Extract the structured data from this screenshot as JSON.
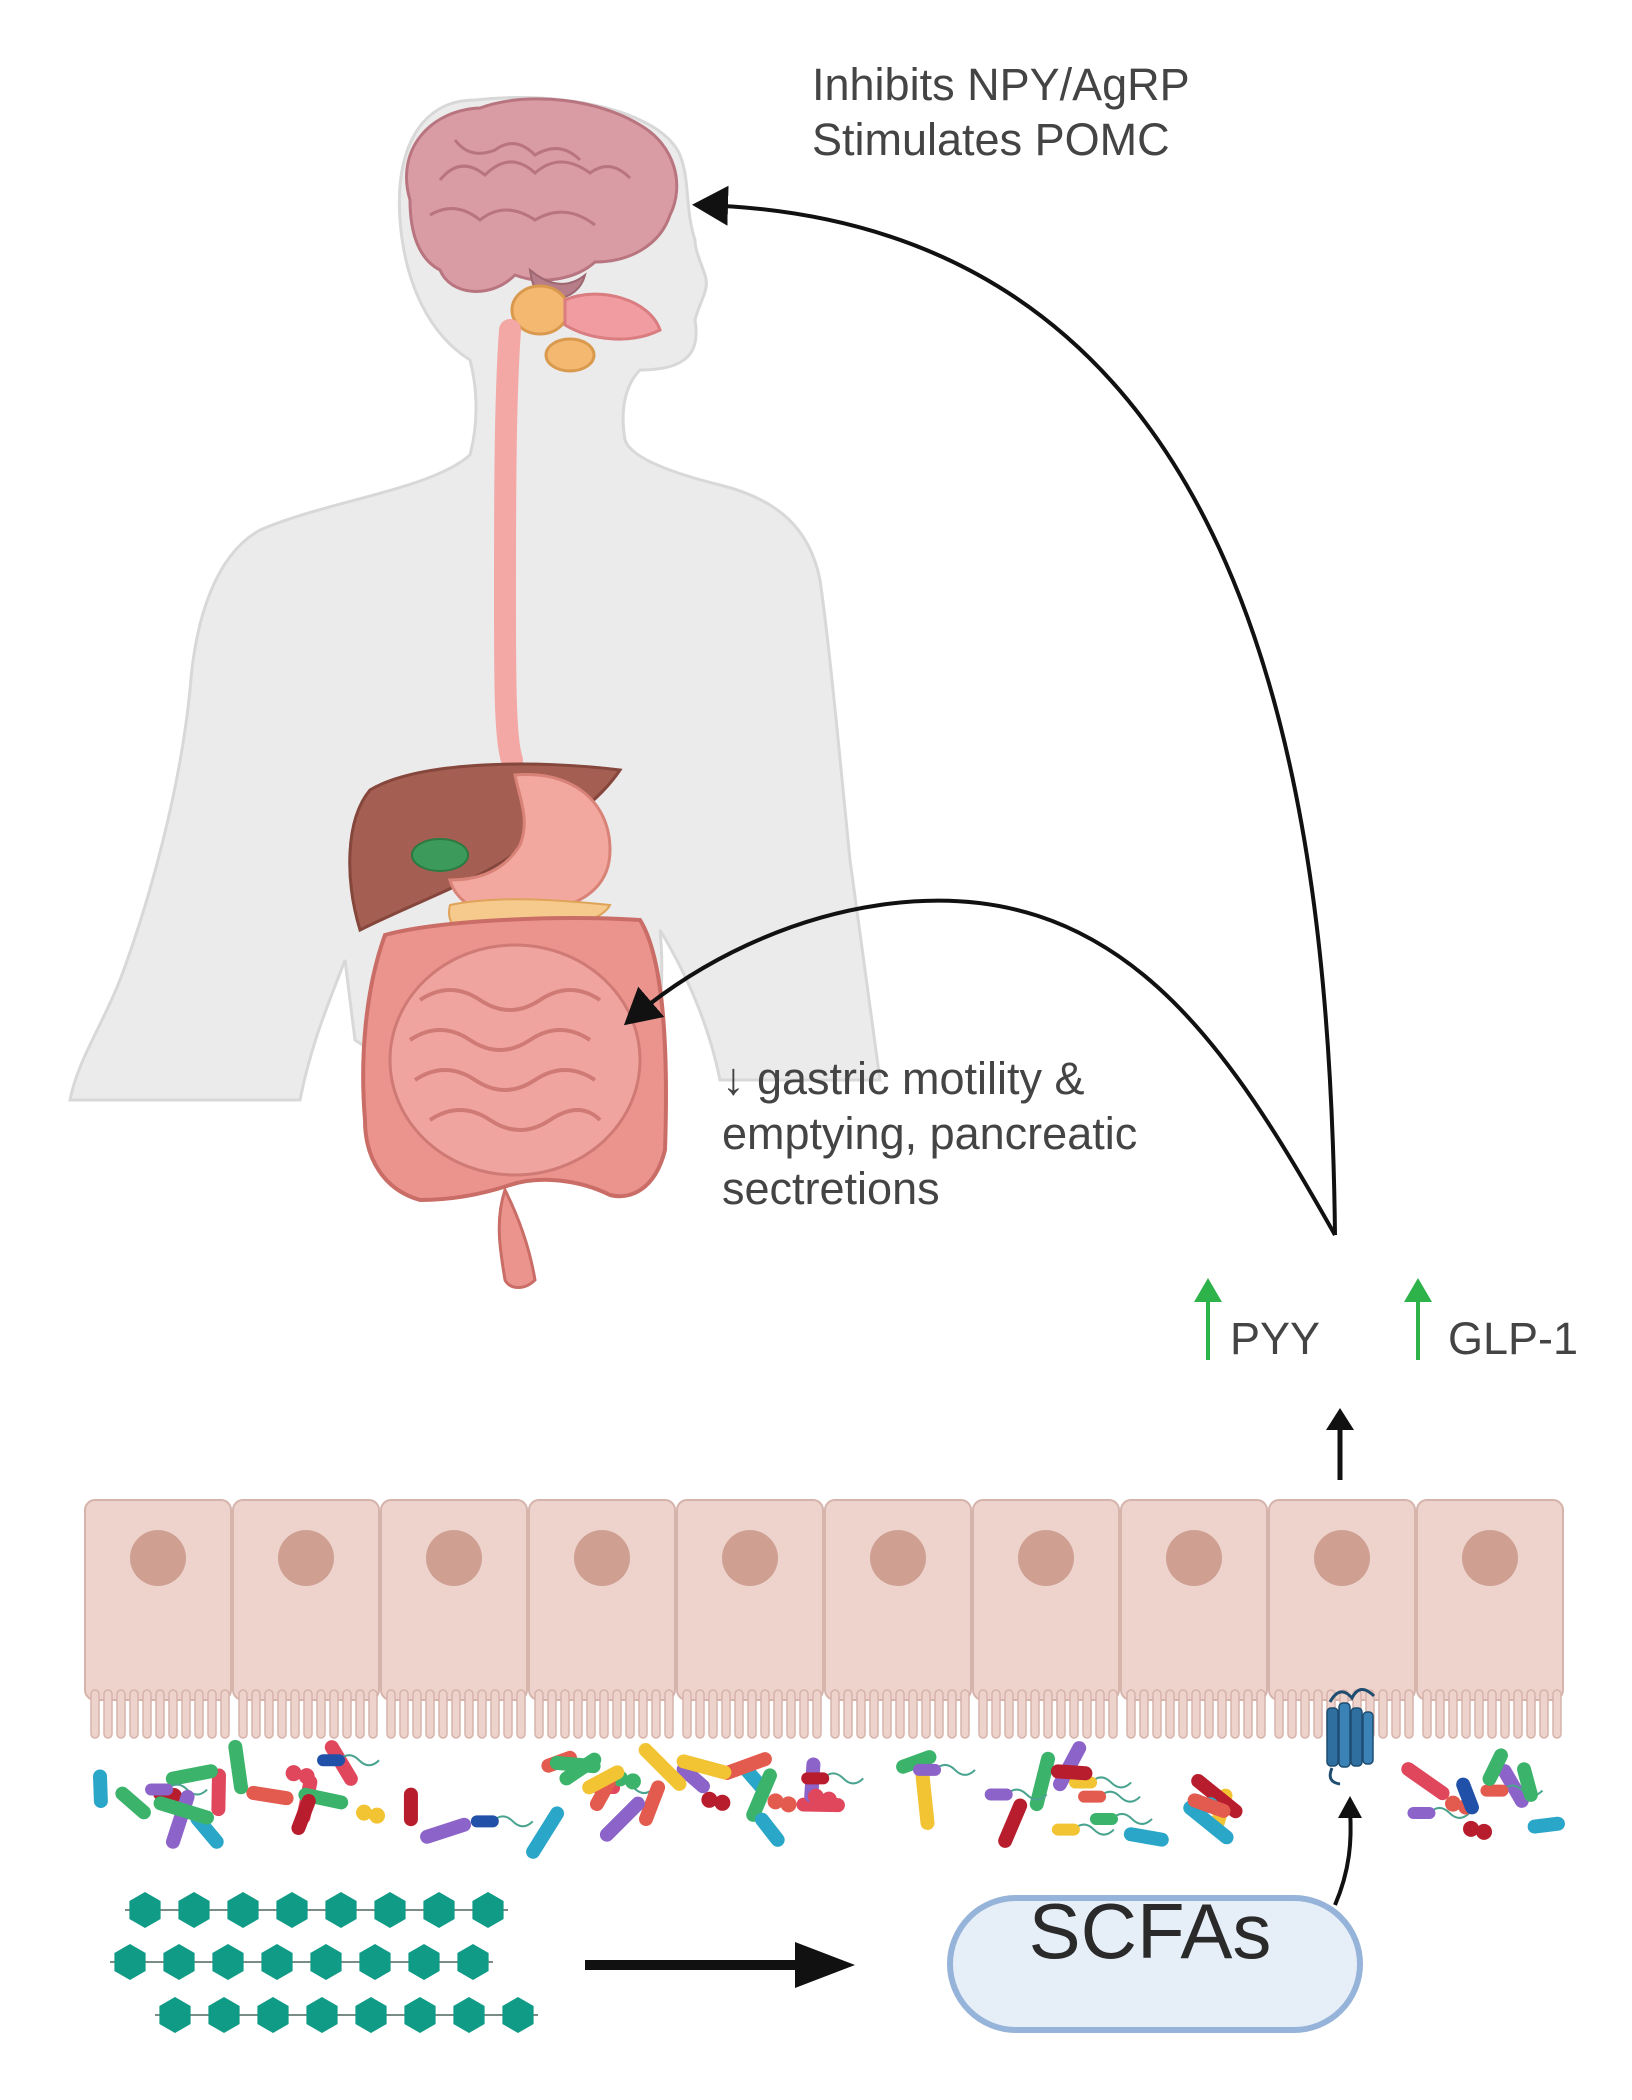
{
  "brain_effect": {
    "line1": "Inhibits NPY/AgRP",
    "line2": "Stimulates POMC"
  },
  "gut_effect": {
    "line1": "↓ gastric motility &",
    "line2": "emptying, pancreatic",
    "line3": "sectretions"
  },
  "hormones": {
    "pyy": "PYY",
    "glp1": "GLP-1"
  },
  "scfa_label": "SCFAs",
  "colors": {
    "body": "#ebebeb",
    "brain": "#d79aa3",
    "liver": "#a45e52",
    "intestine": "#e9938e",
    "epithelium": "#edd3cc",
    "nucleus": "#cf9f92",
    "fiber": "#0f9b86",
    "scfa_fill": "#e6eef8",
    "scfa_stroke": "#96b3da",
    "up_arrow": "#2db34a",
    "receptor": "#2e6f9f"
  }
}
